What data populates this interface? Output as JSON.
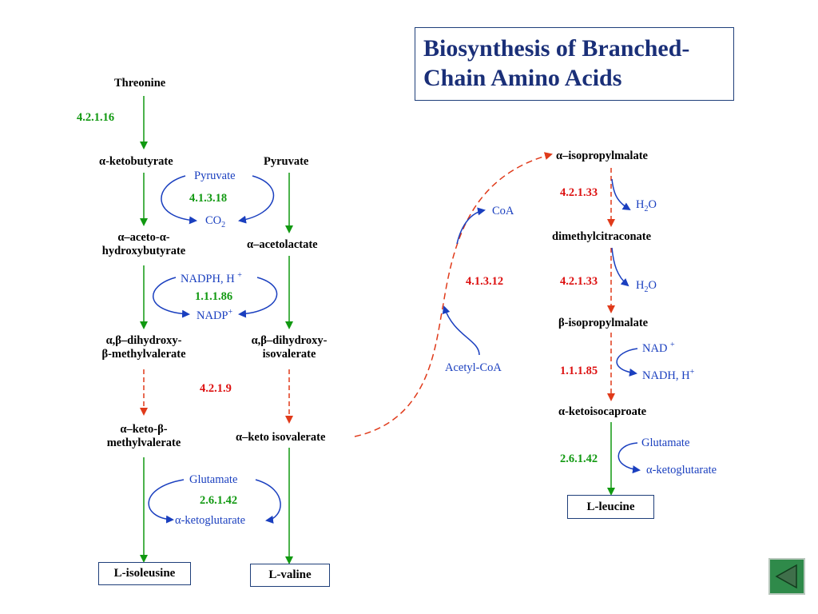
{
  "title": "Biosynthesis of Branched-\nChain Amino Acids",
  "metabolites": {
    "threonine": "Threonine",
    "ketobutyrate": "α-ketobutyrate",
    "pyruvate": "Pyruvate",
    "aceto_hydroxybutyrate_1": "α–aceto-α-",
    "aceto_hydroxybutyrate_2": "hydroxybutyrate",
    "acetolactate": "α–acetolactate",
    "dihydroxy_methylvalerate_1": "α,β–dihydroxy-",
    "dihydroxy_methylvalerate_2": "β-methylvalerate",
    "dihydroxy_isovalerate_1": "α,β–dihydroxy-",
    "dihydroxy_isovalerate_2": "isovalerate",
    "keto_methylvalerate_1": "α–keto-β-",
    "keto_methylvalerate_2": "methylvalerate",
    "keto_isovalerate": "α–keto isovalerate",
    "isopropylmalate_alpha": "α–isopropylmalate",
    "dimethylcitraconate": "dimethylcitraconate",
    "isopropylmalate_beta": "β-isopropylmalate",
    "ketoisocaproate": "α-ketoisocaproate"
  },
  "products": {
    "isoleucine": "L-isoleusine",
    "valine": "L-valine",
    "leucine": "L-leucine"
  },
  "cofactors": {
    "pyruvate_in": "Pyruvate",
    "co2": "CO",
    "co2_sub": "2",
    "nadph": "NADPH, H",
    "nadph_sup": "+",
    "nadp": "NADP",
    "nadp_sup": "+",
    "glutamate_left": "Glutamate",
    "ketoglutarate_left": "α-ketoglutarate",
    "coa": "CoA",
    "acetyl_coa": "Acetyl-CoA",
    "h2o_1": "H",
    "h2o_1_sub": "2",
    "h2o_1_end": "O",
    "h2o_2": "H",
    "h2o_2_sub": "2",
    "h2o_2_end": "O",
    "nad": "NAD",
    "nad_sup": "+",
    "nadh": "NADH, H",
    "nadh_sup": "+",
    "glutamate_right": "Glutamate",
    "ketoglutarate_right": "α-ketoglutarate"
  },
  "enzymes": {
    "ec_4_2_1_16": "4.2.1.16",
    "ec_4_1_3_18": "4.1.3.18",
    "ec_1_1_1_86": "1.1.1.86",
    "ec_4_2_1_9": "4.2.1.9",
    "ec_2_6_1_42_left": "2.6.1.42",
    "ec_4_1_3_12": "4.1.3.12",
    "ec_4_2_1_33_a": "4.2.1.33",
    "ec_4_2_1_33_b": "4.2.1.33",
    "ec_1_1_1_85": "1.1.1.85",
    "ec_2_6_1_42_right": "2.6.1.42"
  },
  "colors": {
    "known_step": "#119911",
    "uncertain_step": "#dd1111",
    "cofactor": "#1a3fbf",
    "title": "#1a2f78"
  },
  "nav": {
    "icon": "back-triangle-icon"
  }
}
